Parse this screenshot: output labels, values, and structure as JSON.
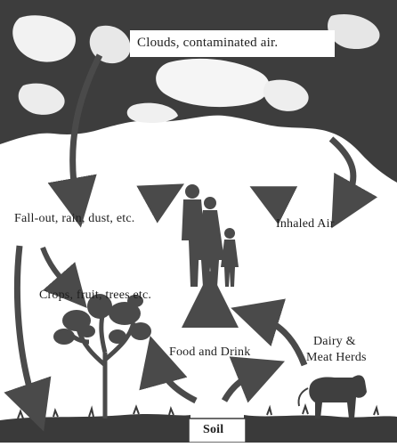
{
  "labels": {
    "clouds": "Clouds, contaminated air.",
    "fallout": "Fall-out, rain, dust, etc.",
    "inhaled": "Inhaled Air",
    "crops": "Crops, fruit, trees etc.",
    "food": "Food and Drink",
    "dairy_line1": "Dairy &",
    "dairy_line2": "Meat Herds",
    "soil": "Soil"
  },
  "colors": {
    "ink": "#3a3a3a",
    "arrow": "#4a4a4a",
    "paper": "#ffffff"
  }
}
